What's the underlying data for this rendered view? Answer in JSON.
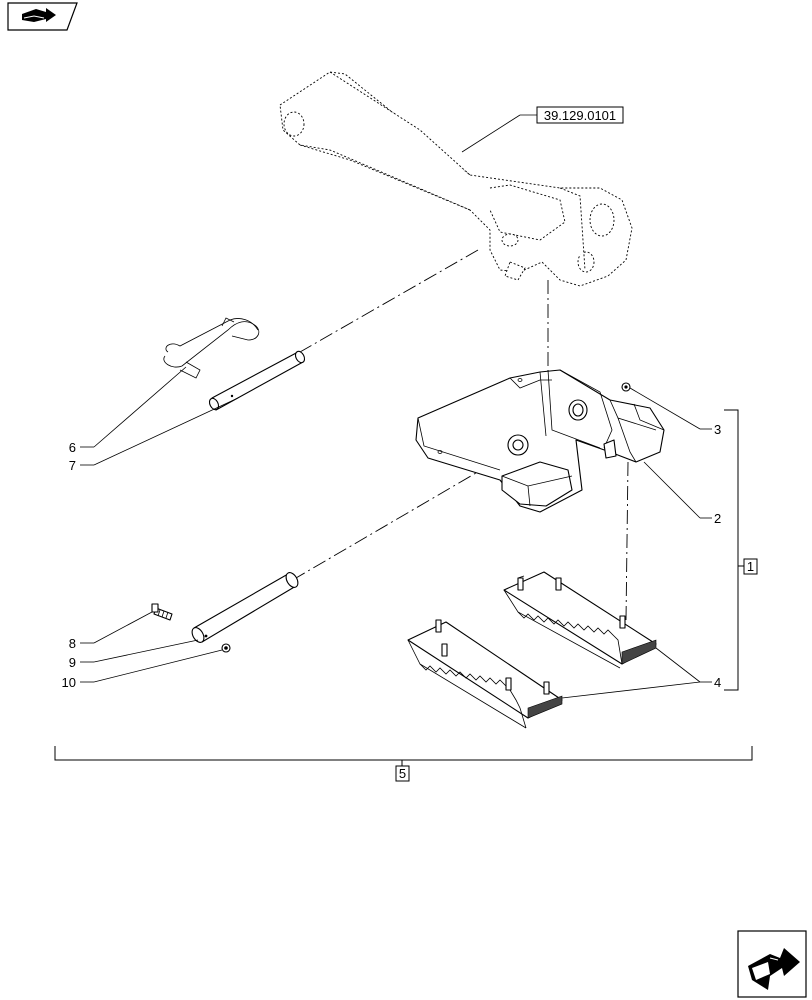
{
  "reference_box": {
    "label": "39.129.0101"
  },
  "callouts": {
    "c1": "1",
    "c2": "2",
    "c3": "3",
    "c4": "4",
    "c5": "5",
    "c6": "6",
    "c7": "7",
    "c8": "8",
    "c9": "9",
    "c10": "10"
  },
  "icons": {
    "top_left": "previous-page-arrow-icon",
    "bottom_right": "next-page-arrow-icon"
  }
}
